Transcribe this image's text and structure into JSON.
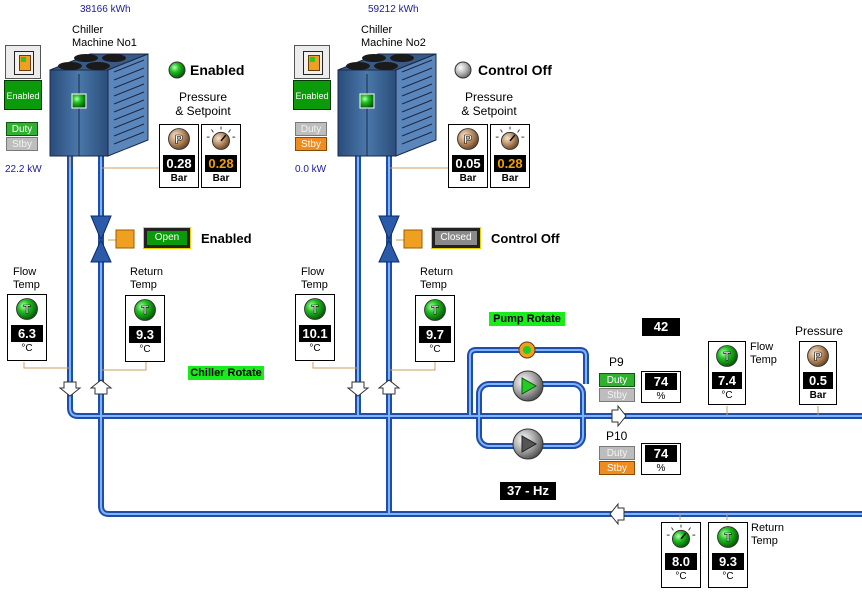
{
  "chillers": [
    {
      "energy": "38166 kWh",
      "name_line1": "Chiller",
      "name_line2": "Machine No1",
      "power": "22.2 kW",
      "enabled_badge": "Enabled",
      "duty": "Duty",
      "stby": "Stby",
      "status_text": "Enabled",
      "pressure_label1": "Pressure",
      "pressure_label2": "& Setpoint",
      "pressure": "0.28",
      "setpoint": "0.28",
      "pressure_unit": "Bar",
      "setpoint_unit": "Bar",
      "valve_state": "Open",
      "valve_status": "Enabled",
      "flow_label1": "Flow",
      "flow_label2": "Temp",
      "flow_temp": "6.3",
      "flow_unit": "°C",
      "return_label1": "Return",
      "return_label2": "Temp",
      "return_temp": "9.3",
      "return_unit": "°C",
      "rotate_label": "Chiller Rotate",
      "duty_active": true
    },
    {
      "energy": "59212 kWh",
      "name_line1": "Chiller",
      "name_line2": "Machine No2",
      "power": "0.0 kW",
      "enabled_badge": "Enabled",
      "duty": "Duty",
      "stby": "Stby",
      "status_text": "Control Off",
      "pressure_label1": "Pressure",
      "pressure_label2": "& Setpoint",
      "pressure": "0.05",
      "setpoint": "0.28",
      "pressure_unit": "Bar",
      "setpoint_unit": "Bar",
      "valve_state": "Closed",
      "valve_status": "Control Off",
      "flow_label1": "Flow",
      "flow_label2": "Temp",
      "flow_temp": "10.1",
      "flow_unit": "°C",
      "return_label1": "Return",
      "return_label2": "Temp",
      "return_temp": "9.7",
      "return_unit": "°C",
      "duty_active": false
    }
  ],
  "pumps": {
    "rotate_label": "Pump Rotate",
    "top_value": "42",
    "frequency": "37 - Hz",
    "p9": {
      "name": "P9",
      "duty": "Duty",
      "stby": "Stby",
      "speed": "74",
      "unit": "%"
    },
    "p10": {
      "name": "P10",
      "duty": "Duty",
      "stby": "Stby",
      "speed": "74",
      "unit": "%"
    }
  },
  "header_flow": {
    "label1": "Flow",
    "label2": "Temp",
    "value": "7.4",
    "unit": "°C"
  },
  "header_pressure": {
    "label": "Pressure",
    "value": "0.5",
    "unit": "Bar"
  },
  "return_header": {
    "setpoint_value": "8.0",
    "setpoint_unit": "°C",
    "label1": "Return",
    "label2": "Temp",
    "value": "9.3",
    "unit": "°C"
  },
  "colors": {
    "pipe": "#3a78e0",
    "enabled_green": "#0a9a0a",
    "duty_green": "#30b030",
    "stby_orange": "#f08c1e",
    "label_green": "#1aeb1a"
  }
}
